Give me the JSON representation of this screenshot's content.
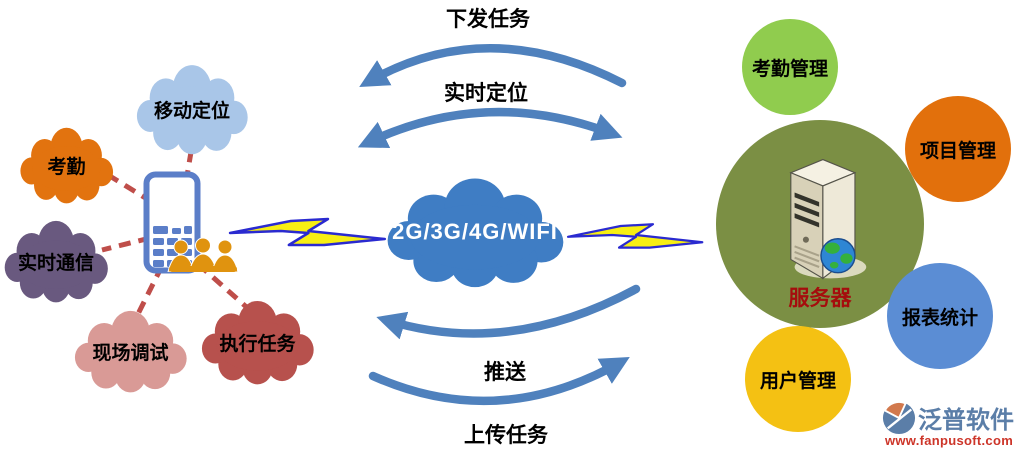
{
  "device_side": {
    "functions": [
      {
        "label": "移动定位",
        "color": "#a9c6e8"
      },
      {
        "label": "考勤",
        "color": "#e2730f"
      },
      {
        "label": "实时通信",
        "color": "#69597f"
      },
      {
        "label": "现场调试",
        "color": "#d99a96"
      },
      {
        "label": "执行任务",
        "color": "#b7514d"
      }
    ],
    "phone_color": "#5b7ec8",
    "users_color": "#e0930f",
    "link_color": "#bf4e4a"
  },
  "network": {
    "label": "2G/3G/4G/WIFI",
    "cloud_color": "#3f7dc4",
    "text_color": "#ffffff",
    "bolt_fill": "#f7ef13",
    "bolt_outline": "#2a2ad0"
  },
  "flows": {
    "arrow_color": "#4f81bd",
    "down": "下发任务",
    "locate": "实时定位",
    "push": "推送",
    "upload": "上传任务"
  },
  "server": {
    "label": "服务器",
    "label_color": "#a50d0d",
    "circle_color": "#7b8f44",
    "modules": [
      {
        "label": "考勤管理",
        "color": "#90cc4e"
      },
      {
        "label": "项目管理",
        "color": "#e2700c"
      },
      {
        "label": "报表统计",
        "color": "#5b8dd4"
      },
      {
        "label": "用户管理",
        "color": "#f4c113"
      }
    ]
  },
  "branding": {
    "company": "泛普软件",
    "website": "www.fanpusoft.com",
    "name_color": "#5b7ea8",
    "url_color": "#cd3529"
  }
}
